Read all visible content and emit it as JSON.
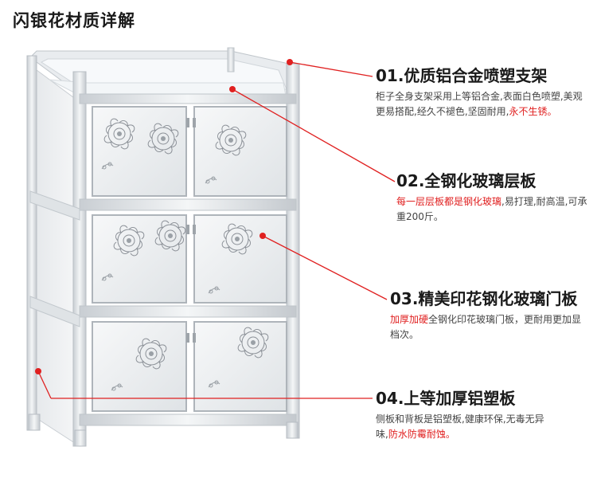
{
  "page": {
    "title": "闪银花材质详解"
  },
  "colors": {
    "accent": "#e02020",
    "frame": "#dde2e6",
    "panel": "#eef1f3"
  },
  "features": [
    {
      "title": "01.优质铝合金喷塑支架",
      "desc_parts": [
        "柜子全身支架采用上等铝合金,表面白色喷塑,美观更易搭配,经久不褪色,坚固耐用,",
        "永不生锈。"
      ]
    },
    {
      "title": "02.全钢化玻璃层板",
      "desc_parts": [
        "每一层层板都是钢化玻璃",
        ",易打理,耐高温,可承重200斤。"
      ]
    },
    {
      "title": "03.精美印花钢化玻璃门板",
      "desc_parts": [
        "加厚加硬",
        "全钢化印花玻璃门板，更耐用更加显档次。"
      ]
    },
    {
      "title": "04.上等加厚铝塑板",
      "desc_parts": [
        "侧板和背板是铝塑板,健康环保,无毒无异味,",
        "防水防霉耐蚀。"
      ]
    }
  ]
}
